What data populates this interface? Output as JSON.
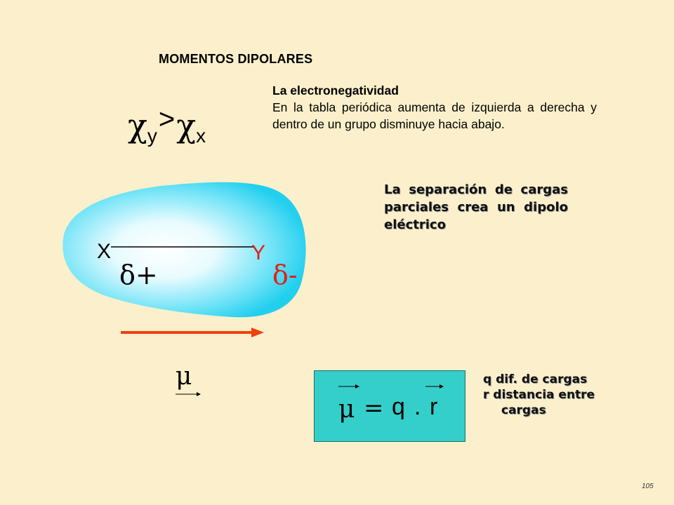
{
  "slide": {
    "title": "MOMENTOS DIPOLARES",
    "page_number": "105"
  },
  "electronegativity": {
    "heading": "La electronegatividad",
    "body": "En la tabla periódica aumenta de izquierda a derecha y dentro de un grupo disminuye hacia abajo."
  },
  "chi_expression": {
    "symbol": "χ",
    "sub_left": "y",
    "operator": ">",
    "sub_right": "x"
  },
  "molecule": {
    "atom_left": "X",
    "atom_right": "Y",
    "charge_left": "δ+",
    "charge_right": "δ-",
    "dipole_symbol": "μ",
    "colors": {
      "cloud_edge": "#2fd6f0",
      "cloud_center": "#ffffff",
      "arrow": "#f0400f",
      "bond": "#000000"
    }
  },
  "separation": {
    "text": "La separación de cargas parciales crea un dipolo",
    "last_line": "eléctrico"
  },
  "formula": {
    "mu": "μ",
    "equals": "=",
    "q": "q",
    "dot": ".",
    "r": "r",
    "box_color": "#35cfcb"
  },
  "legend": {
    "line1": "q dif. de cargas",
    "line2": "r distancia entre",
    "line3": "cargas"
  }
}
